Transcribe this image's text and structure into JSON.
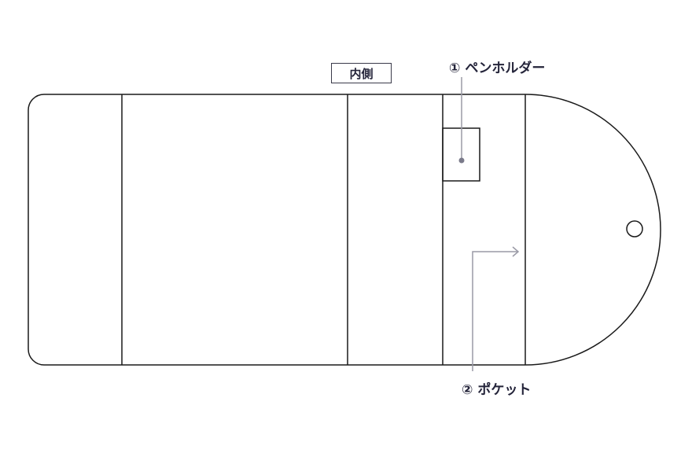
{
  "side_label": "内側",
  "callouts": [
    {
      "number": "①",
      "label": "ペンホルダー"
    },
    {
      "number": "②",
      "label": "ポケット"
    }
  ],
  "colors": {
    "outline": "#1a1a1a",
    "leader": "#9a9aa6",
    "text": "#24243a"
  }
}
